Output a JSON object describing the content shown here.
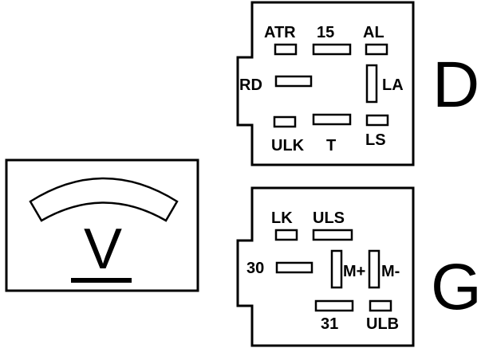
{
  "connector_d": {
    "letter": "D",
    "pins": {
      "atr": "ATR",
      "p15": "15",
      "al": "AL",
      "rd": "RD",
      "la": "LA",
      "ulk": "ULK",
      "t": "T",
      "ls": "LS"
    }
  },
  "connector_g": {
    "letter": "G",
    "pins": {
      "lk": "LK",
      "uls": "ULS",
      "p30": "30",
      "mplus": "M+",
      "mminus": "M-",
      "p31": "31",
      "ulb": "ULB"
    }
  },
  "voltmeter": {
    "symbol": "V"
  }
}
